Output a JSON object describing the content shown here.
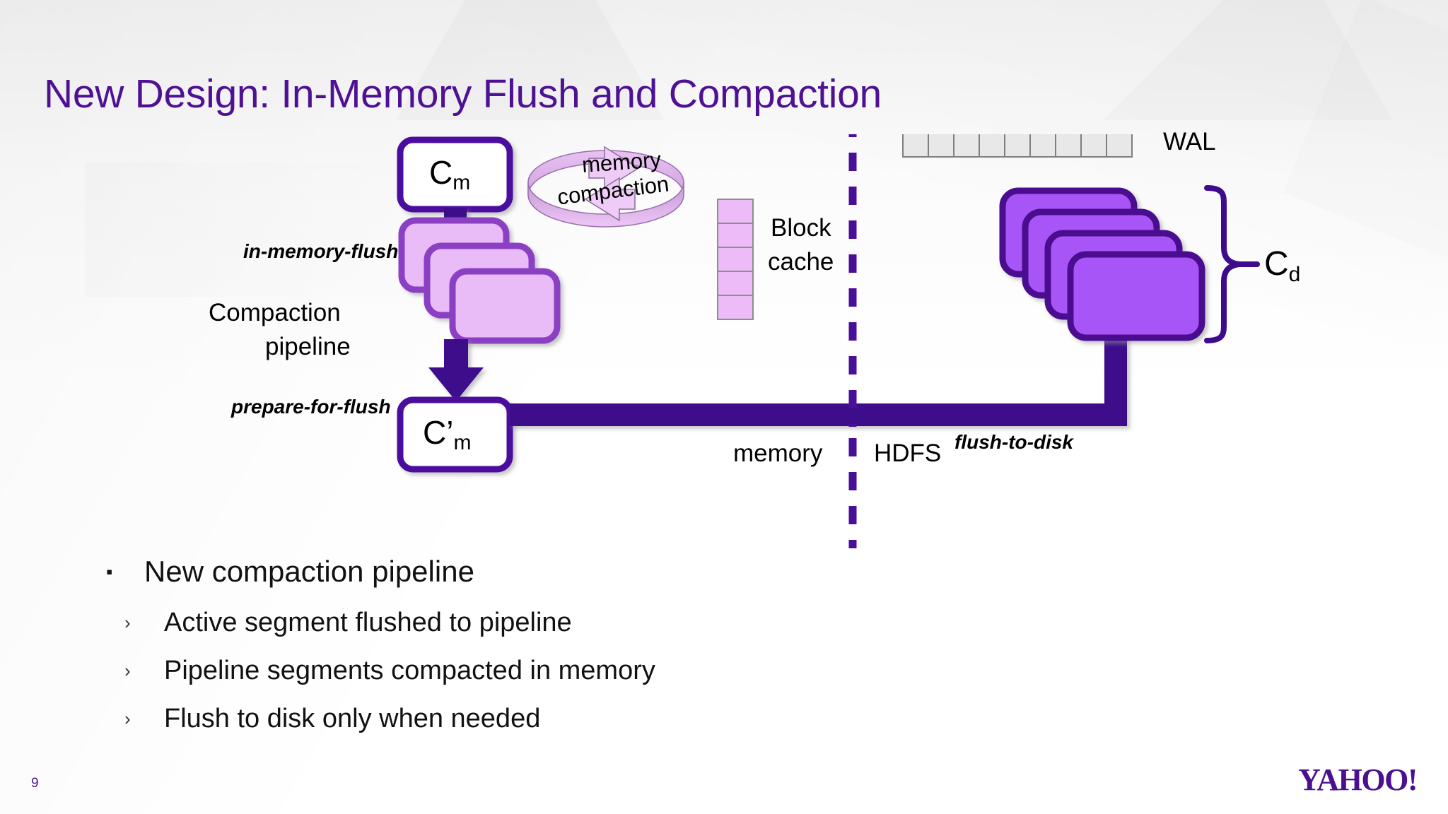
{
  "slide": {
    "title": "New Design: In-Memory Flush and Compaction",
    "page_number": "9",
    "logo": "YAHOO!",
    "accent_color": "#4f1194"
  },
  "diagram": {
    "cm_box": {
      "label": "C",
      "sub": "m"
    },
    "cm_prime_box": {
      "label": "C’",
      "sub": "m"
    },
    "cd_bracket": {
      "label": "C",
      "sub": "d"
    },
    "ring": {
      "word1": "memory",
      "word2": "compaction"
    },
    "labels": {
      "in_memory_flush": "in-memory-flush",
      "prepare_for_flush": "prepare-for-flush",
      "flush_to_disk": "flush-to-disk",
      "compaction_pipeline_line1": "Compaction",
      "compaction_pipeline_line2": "pipeline",
      "block_cache_line1": "Block",
      "block_cache_line2": "cache",
      "wal": "WAL",
      "memory": "memory",
      "hdfs": "HDFS"
    },
    "counts": {
      "pipeline_segments": 3,
      "block_cache_cells": 5,
      "wal_cells": 9,
      "cd_segments": 4
    },
    "colors": {
      "dark_purple": "#3d0b8c",
      "mid_purple": "#8b3fc4",
      "light_purple_fill": "#e9bbf7",
      "cd_fill": "#a855f7",
      "cd_border": "#4b0e8f",
      "wal_fill": "#e8e8e8",
      "wal_border": "#808080",
      "ring_light": "#e3b5ef",
      "ring_dark": "#bb8ccb"
    }
  },
  "bullets": [
    {
      "level": 1,
      "marker": "▪",
      "text": "New compaction pipeline"
    },
    {
      "level": 2,
      "marker": "›",
      "text": "Active segment flushed to pipeline"
    },
    {
      "level": 2,
      "marker": "›",
      "text": "Pipeline segments compacted in memory"
    },
    {
      "level": 2,
      "marker": "›",
      "text": "Flush to disk only when needed"
    }
  ]
}
